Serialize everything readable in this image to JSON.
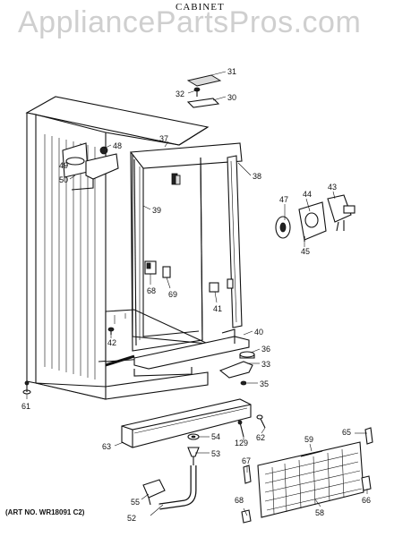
{
  "watermark": "AppliancePartsPros.com",
  "title": "CABINET",
  "art_no": "(ART NO. WR18091 C2)",
  "callouts": {
    "c31": "31",
    "c32": "32",
    "c30": "30",
    "c37": "37",
    "c48": "48",
    "c49": "49",
    "c50": "50",
    "c38": "38",
    "c47": "47",
    "c44": "44",
    "c43": "43",
    "c45": "45",
    "c39": "39",
    "c68a": "68",
    "c69": "69",
    "c41": "41",
    "c42": "42",
    "c40": "40",
    "c36": "36",
    "c33": "33",
    "c35": "35",
    "c61": "61",
    "c63": "63",
    "c54": "54",
    "c129": "129",
    "c62": "62",
    "c53": "53",
    "c59": "59",
    "c65": "65",
    "c67": "67",
    "c55": "55",
    "c52": "52",
    "c68b": "68",
    "c58": "58",
    "c66": "66"
  }
}
